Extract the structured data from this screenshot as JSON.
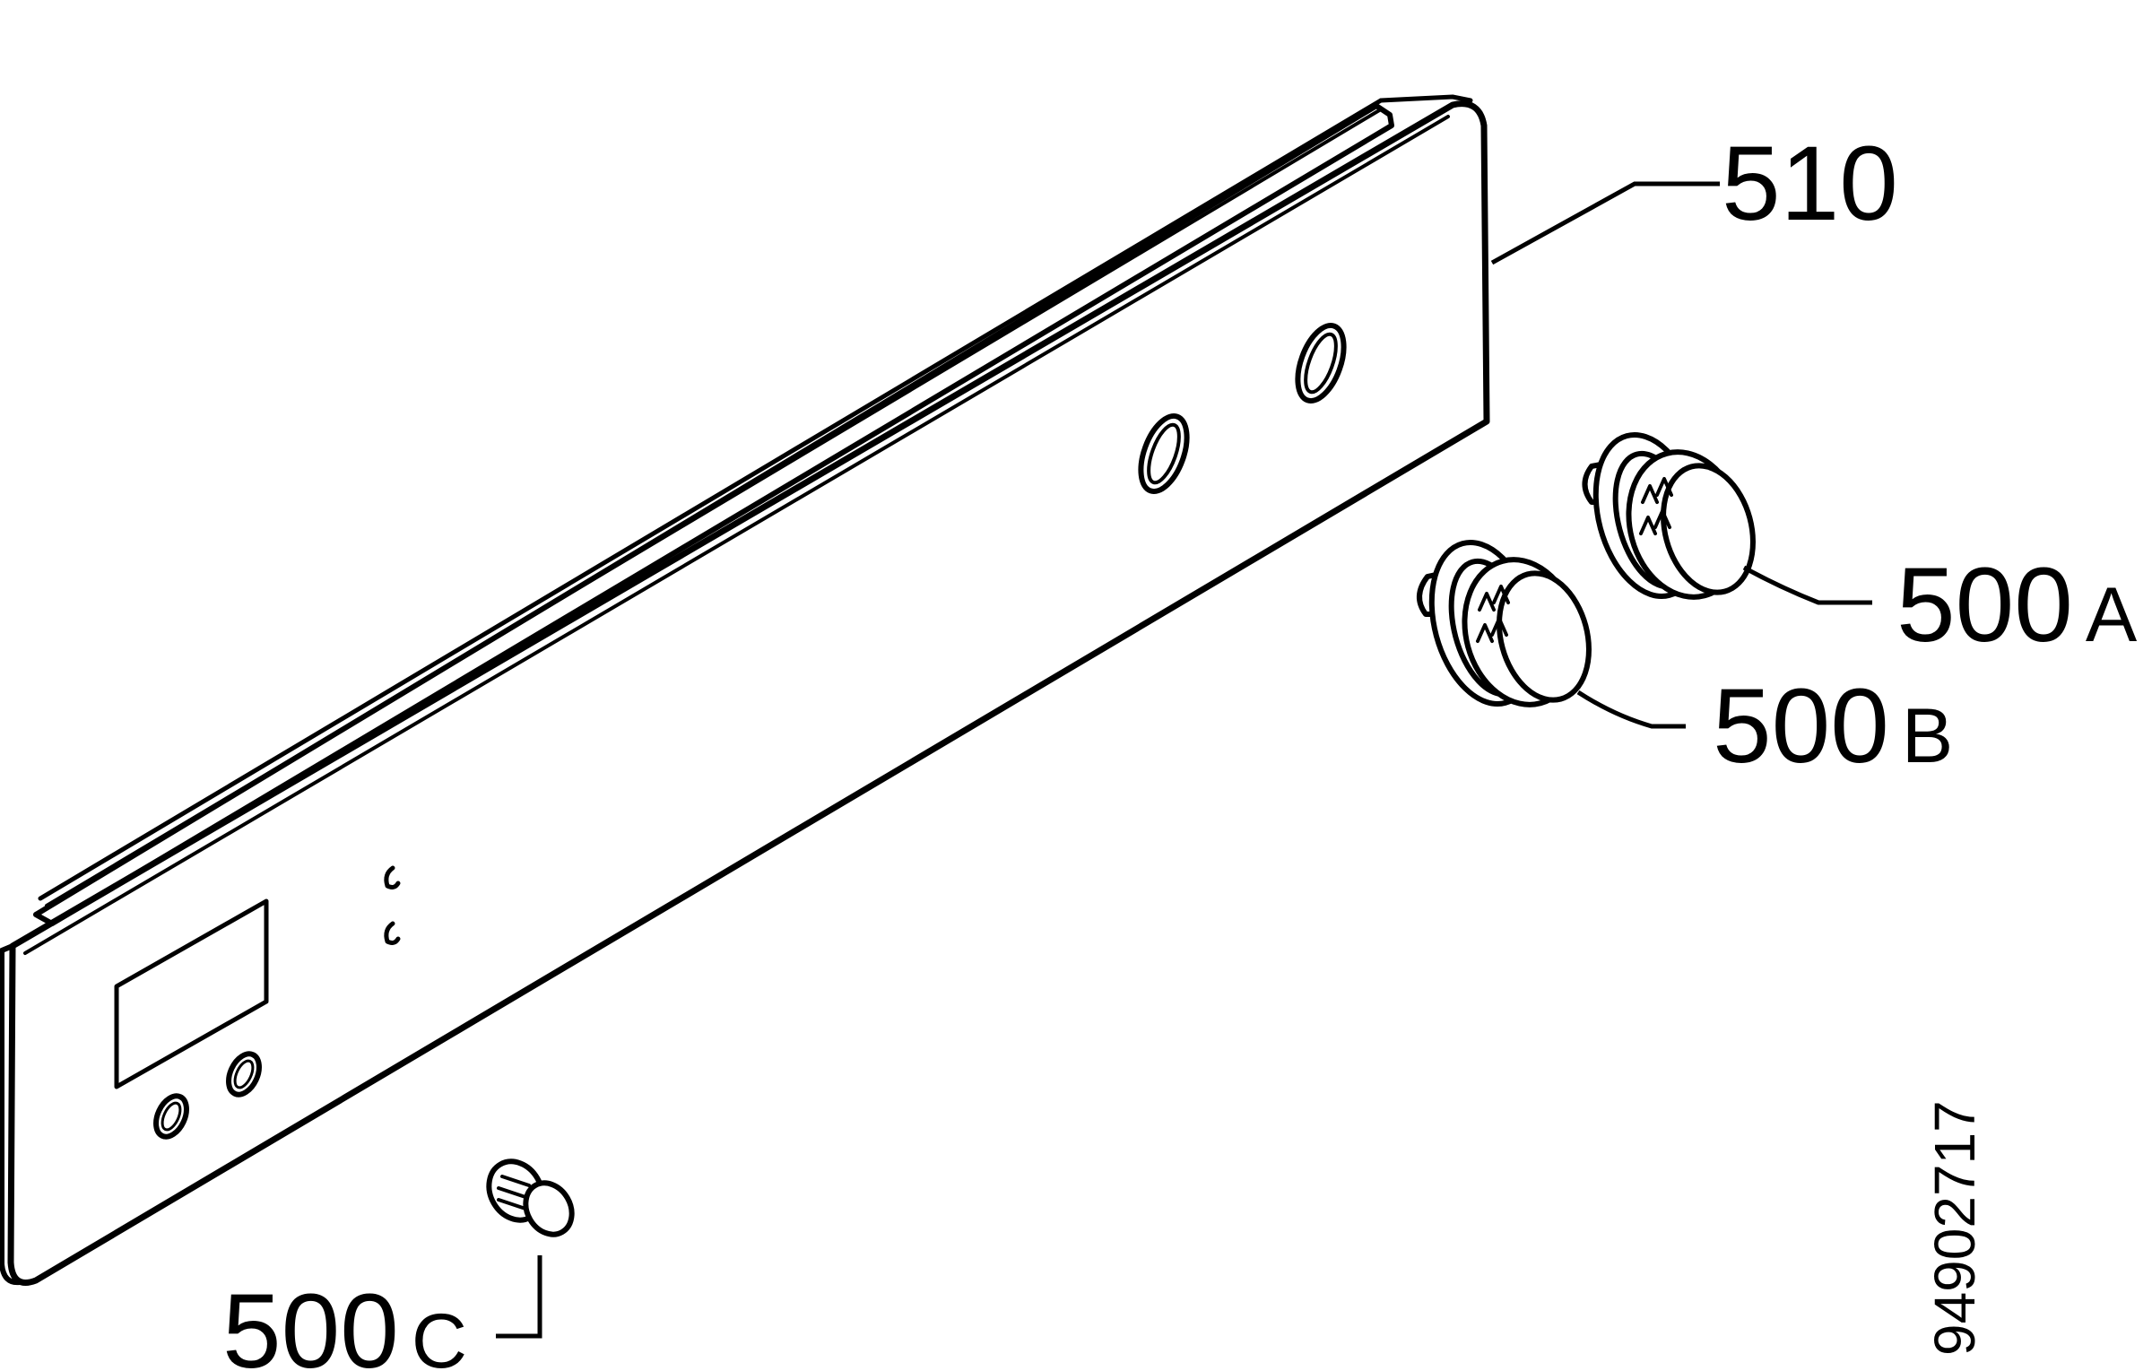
{
  "diagram": {
    "parts": [
      {
        "id": "510",
        "digits": "510",
        "suffix": ""
      },
      {
        "id": "500A",
        "digits": "500",
        "suffix": "A"
      },
      {
        "id": "500B",
        "digits": "500",
        "suffix": "B"
      },
      {
        "id": "500C",
        "digits": "500",
        "suffix": "C"
      }
    ],
    "document_number": "94902717",
    "colors": {
      "line": "#000000",
      "background": "#ffffff"
    }
  }
}
